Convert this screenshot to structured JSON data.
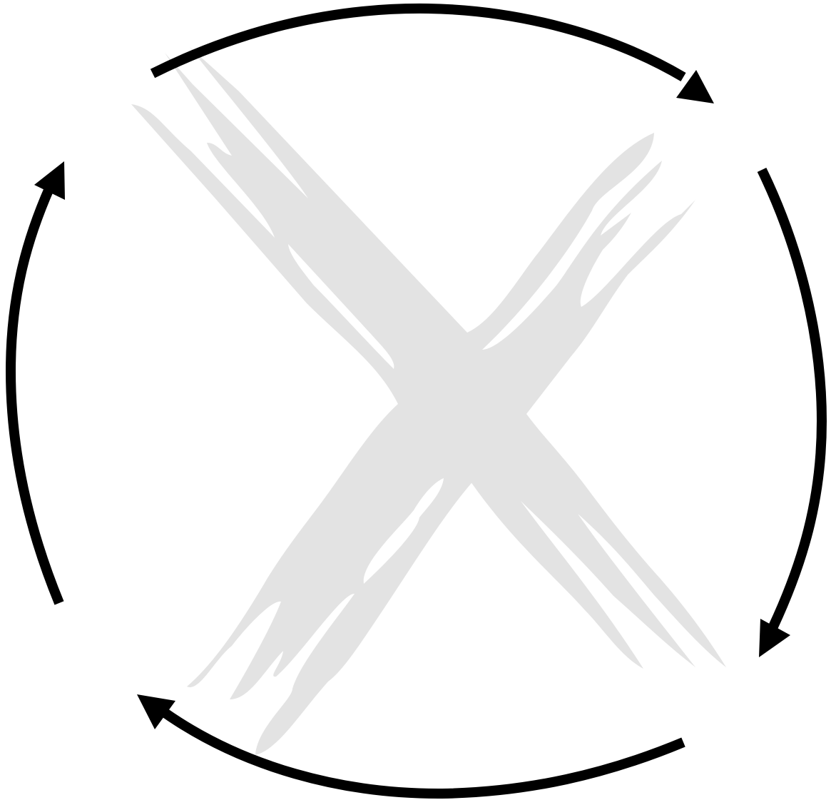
{
  "diagram": {
    "kind": "cycle",
    "direction": "clockwise",
    "arrow_count": 4,
    "center_symbol": "brushed-x-mark",
    "colors": {
      "arrow": "#000000",
      "x_mark": "#e3e3e3",
      "background": "#ffffff"
    },
    "arrows": [
      {
        "position": "top",
        "points_to": "right"
      },
      {
        "position": "right",
        "points_to": "bottom"
      },
      {
        "position": "bottom",
        "points_to": "left"
      },
      {
        "position": "left",
        "points_to": "top"
      }
    ]
  }
}
